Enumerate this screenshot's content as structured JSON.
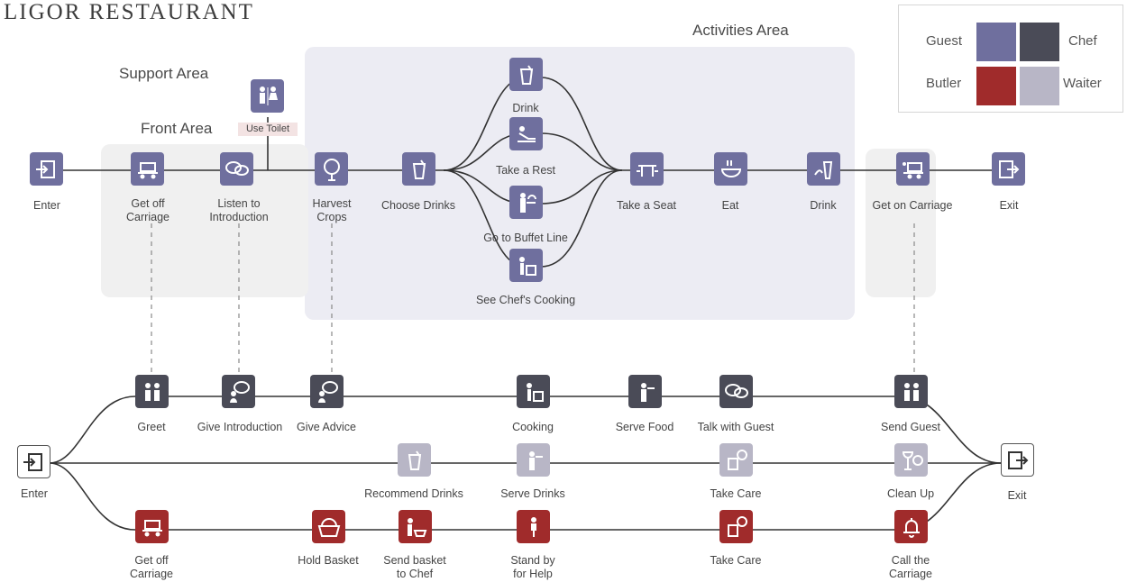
{
  "title": "LIGOR RESTAURANT",
  "areas": {
    "support": "Support Area",
    "front": "Front Area",
    "activities": "Activities Area"
  },
  "legend": {
    "guest": "Guest",
    "chef": "Chef",
    "butler": "Butler",
    "waiter": "Waiter",
    "colors": {
      "guest": "#6f6f9e",
      "chef": "#4a4b57",
      "butler": "#a02b2b",
      "waiter": "#b8b6c6"
    }
  },
  "guest_flow": {
    "enter": "Enter",
    "get_off": "Get off\nCarriage",
    "listen": "Listen to\nIntroduction",
    "use_toilet": "Use Toilet",
    "harvest": "Harvest\nCrops",
    "choose_drinks": "Choose Drinks",
    "drink_branch": "Drink",
    "take_rest": "Take a Rest",
    "buffet": "Go to Buffet Line",
    "chef_cooking": "See Chef's Cooking",
    "take_seat": "Take a Seat",
    "eat": "Eat",
    "drink": "Drink",
    "get_on": "Get on Carriage",
    "exit": "Exit"
  },
  "staff_flow": {
    "enter": "Enter",
    "exit": "Exit",
    "chef_row": {
      "greet": "Greet",
      "give_intro": "Give Introduction",
      "give_advice": "Give Advice",
      "cooking": "Cooking",
      "serve_food": "Serve Food",
      "talk_guest": "Talk with Guest",
      "send_guest": "Send Guest"
    },
    "waiter_row": {
      "recommend": "Recommend Drinks",
      "serve_drinks": "Serve Drinks",
      "take_care": "Take Care",
      "clean_up": "Clean Up"
    },
    "butler_row": {
      "get_off": "Get off\nCarriage",
      "hold_basket": "Hold Basket",
      "send_basket": "Send basket\nto Chef",
      "stand_by": "Stand by\nfor Help",
      "take_care": "Take Care",
      "call_carriage": "Call the\nCarriage"
    }
  },
  "icons": {
    "enter": "enter-icon",
    "exit": "exit-icon",
    "person": "person-icon",
    "speech": "speech-bubbles-icon",
    "toilet": "toilet-icon",
    "tree": "tree-icon",
    "drink": "drink-icon",
    "rest": "reclining-person-icon",
    "buffet": "buffet-icon",
    "cook": "chef-icon",
    "seat": "table-icon",
    "eat": "bowl-icon",
    "carriage": "carriage-icon",
    "basket": "basket-icon",
    "bell": "bell-icon",
    "teapot": "teapot-icon",
    "glass": "wine-glass-icon"
  }
}
